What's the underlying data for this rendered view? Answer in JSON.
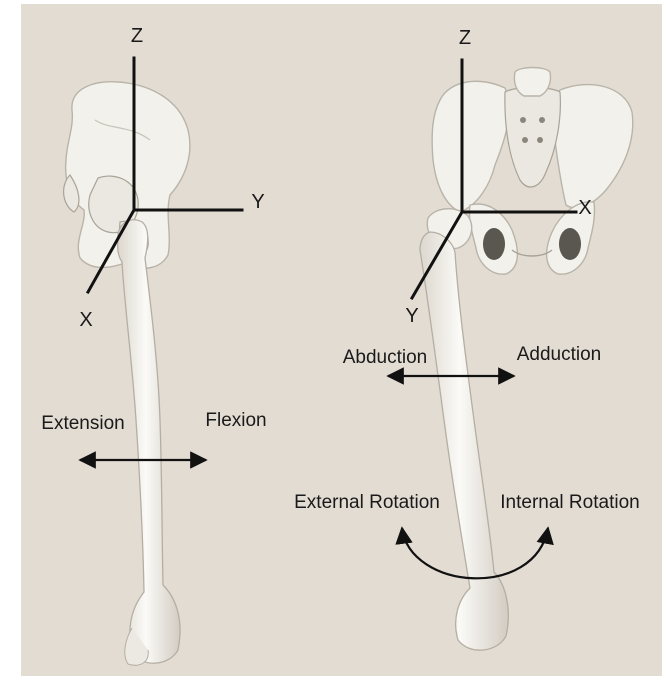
{
  "colors": {
    "background": "#e3dcd3",
    "bone": "#f3f1ec",
    "bone_shadow": "#d8d3ca",
    "ink": "#111111"
  },
  "left_view": {
    "axes": {
      "z": "Z",
      "y": "Y",
      "x": "X"
    },
    "motions": {
      "extension": "Extension",
      "flexion": "Flexion"
    }
  },
  "right_view": {
    "axes": {
      "z": "Z",
      "x": "X",
      "y": "Y"
    },
    "motions": {
      "abduction": "Abduction",
      "adduction": "Adduction",
      "external_rotation": "External  Rotation",
      "internal_rotation": "Internal  Rotation"
    }
  }
}
